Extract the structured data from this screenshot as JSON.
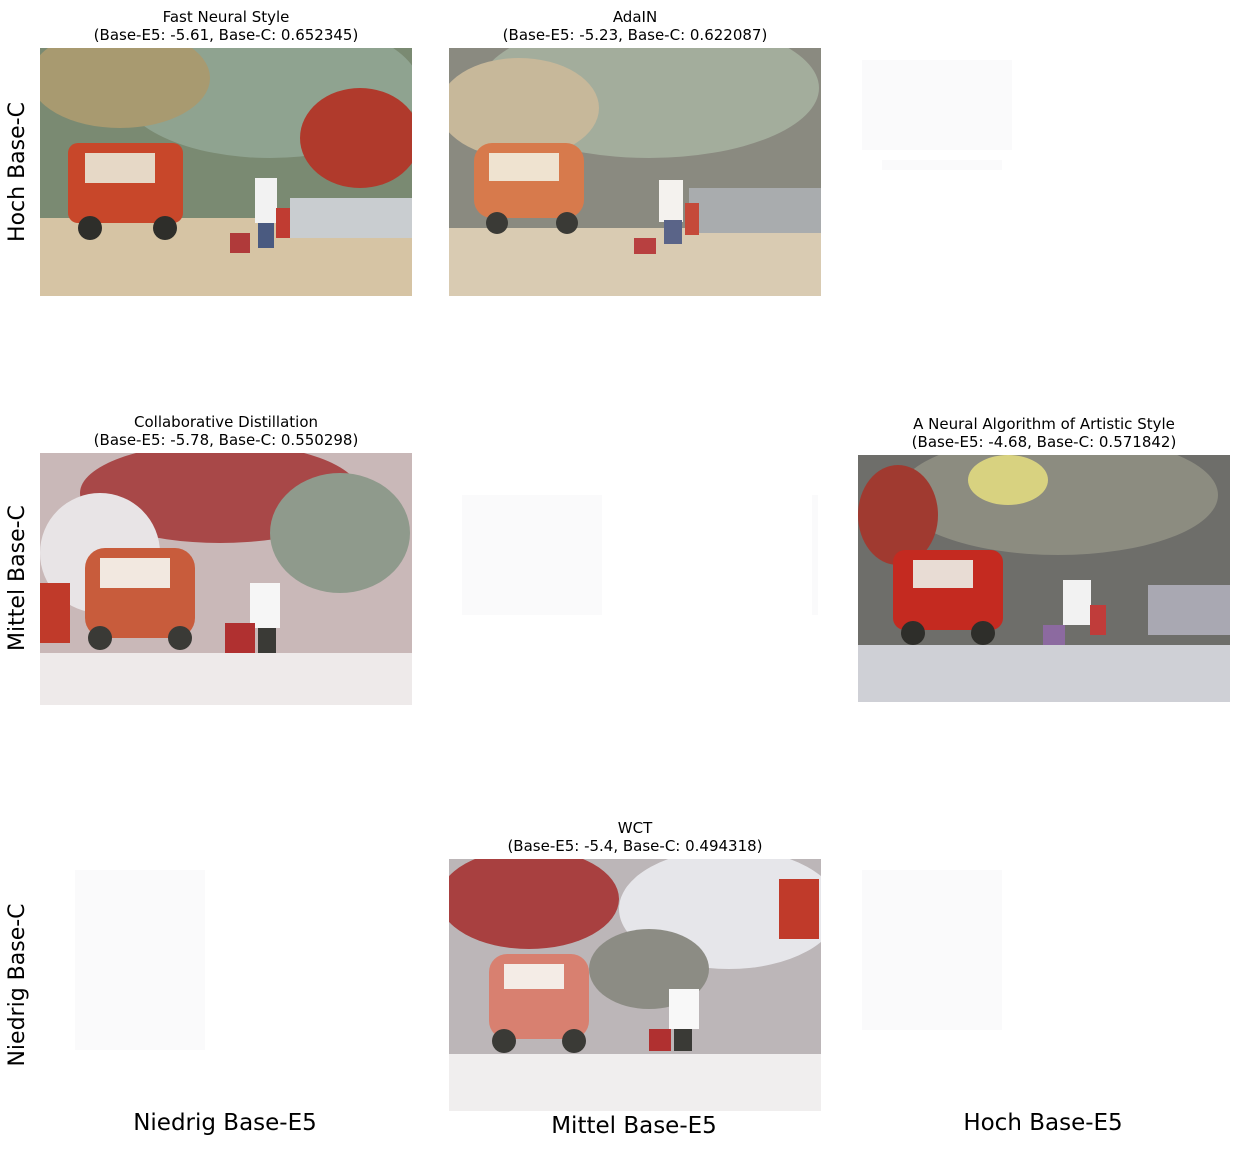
{
  "row_labels": [
    "Hoch Base-C",
    "Mittel Base-C",
    "Niedrig Base-C"
  ],
  "col_labels": [
    "Niedrig Base-E5",
    "Mittel Base-E5",
    "Hoch Base-E5"
  ],
  "panels": [
    {
      "name": "Fast Neural Style",
      "scores": "(Base-E5: -5.61, Base-C: 0.652345)"
    },
    {
      "name": "AdaIN",
      "scores": "(Base-E5: -5.23, Base-C: 0.622087)"
    },
    {
      "name": "Collaborative Distillation",
      "scores": "(Base-E5: -5.78, Base-C: 0.550298)"
    },
    {
      "name": "A Neural Algorithm of Artistic Style",
      "scores": "(Base-E5: -4.68, Base-C: 0.571842)"
    },
    {
      "name": "WCT",
      "scores": "(Base-E5: -5.4, Base-C: 0.494318)"
    }
  ],
  "colors": {
    "car": "#c8472a",
    "foliage": "#6f8a6a",
    "ground": "#d9c7a8",
    "red_accent": "#b3271f",
    "dark": "#3a3a36"
  }
}
